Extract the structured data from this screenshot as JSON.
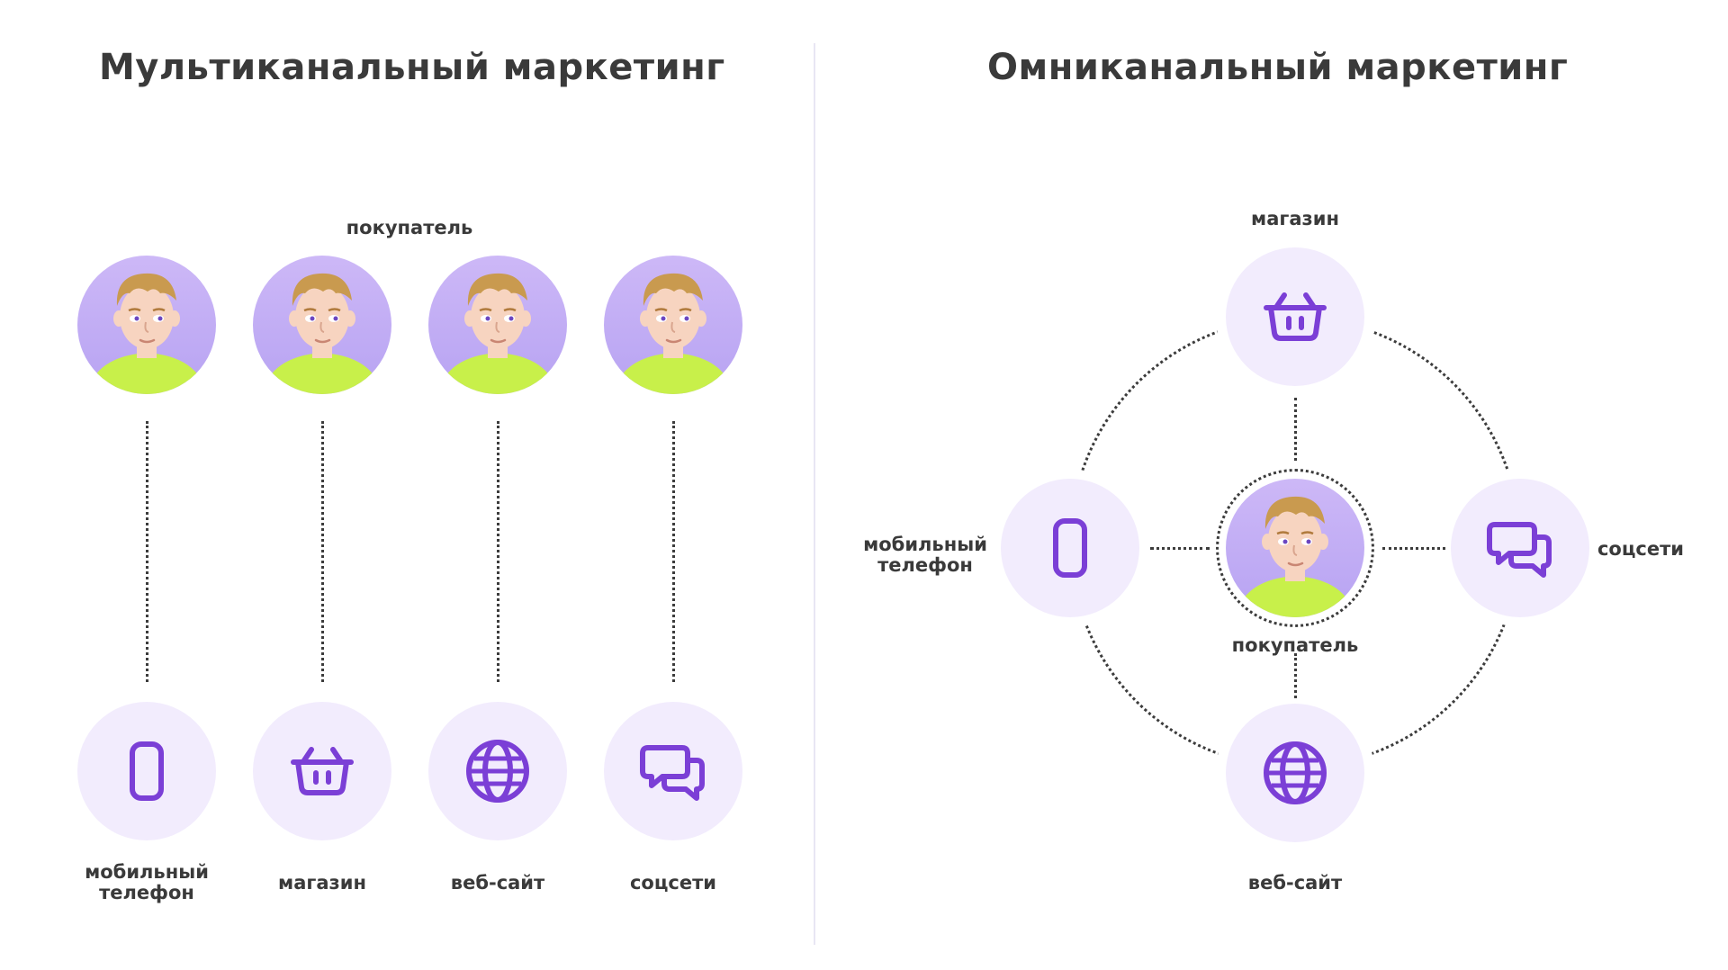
{
  "colors": {
    "accent": "#7b3fd6",
    "circle_bg": "#f2ecfd",
    "avatar_top": "#cdb8f7",
    "avatar_bottom": "#b7a3f2",
    "shirt": "#c8f04a",
    "hair": "#c99a4f",
    "skin": "#f7d4c0",
    "divider": "#e8e6f3"
  },
  "left": {
    "title": "Мультиканальный маркетинг",
    "customer_label": "покупатель",
    "channels": [
      {
        "label": "мобильный\nтелефон",
        "icon": "phone-icon"
      },
      {
        "label": "магазин",
        "icon": "basket-icon"
      },
      {
        "label": "веб-сайт",
        "icon": "globe-icon"
      },
      {
        "label": "соцсети",
        "icon": "chat-icon"
      }
    ]
  },
  "right": {
    "title": "Омниканальный маркетинг",
    "center_label": "покупатель",
    "top_label": "магазин",
    "left_label": "мобильный\nтелефон",
    "right_label": "соцсети",
    "bottom_label": "веб-сайт"
  }
}
